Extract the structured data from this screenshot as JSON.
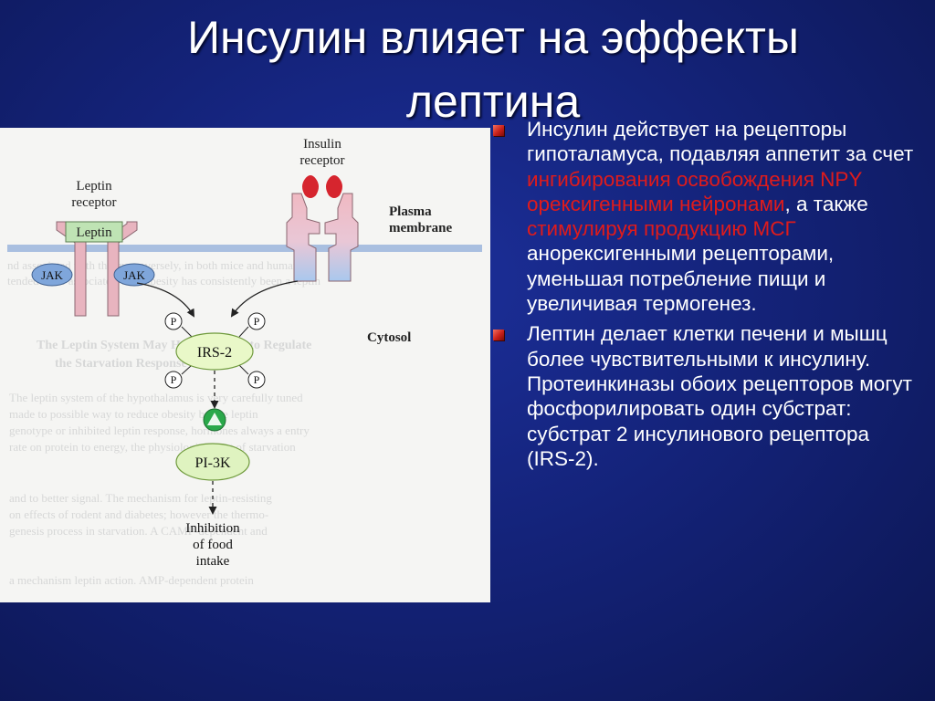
{
  "slide": {
    "title_line1": "Инсулин влияет на эффекты",
    "title_line2": "лептина"
  },
  "figure": {
    "background_text": [
      "nd associated with the in conversely, in both mice and humans it",
      "tended to be associated with obesity has consistently been a leptin",
      "The Leptin System May Have Evolved to Regulate",
      "the Starvation Response",
      "The leptin system of the hypothalamus is very carefully tuned",
      "made to possible way to reduce obesity by the leptin",
      "genotype or inhibited leptin response, hormones always a entry",
      "rate on protein to energy, the physiological sort of starvation",
      "and to better signal. The mechanism for leptin-resisting",
      "on effects of rodent and diabetes; however the thermo-",
      "genesis process in starvation. A CAMP-dependent and",
      "a mechanism leptin action. AMP-dependent protein"
    ],
    "leptin_receptor_label_1": "Leptin",
    "leptin_receptor_label_2": "receptor",
    "leptin_box": "Leptin",
    "insulin_receptor_label_1": "Insulin",
    "insulin_receptor_label_2": "receptor",
    "plasma_membrane_1": "Plasma",
    "plasma_membrane_2": "membrane",
    "jak_left": "JAK",
    "jak_right": "JAK",
    "phospho": "P",
    "irs2": "IRS-2",
    "cytosol": "Cytosol",
    "pi3k": "PI-3K",
    "inhibition_1": "Inhibition",
    "inhibition_2": "of food",
    "inhibition_3": "intake",
    "colors": {
      "membrane": "#a9bfe0",
      "receptor_pink": "#e8b4bf",
      "jak_fill": "#7fa6db",
      "leptin_box": "#bfe3b4",
      "irs2_fill": "#e9f8c8",
      "pi3k_fill": "#dff3c0",
      "activator": "#2aa84a",
      "insulin_binding": "#d6252e"
    }
  },
  "bullets": [
    {
      "t1": "Инсулин действует на рецепторы гипоталамуса, подавляя аппетит за счет ",
      "h1": "ингибирования освобождения NPY орексигенными нейронами",
      "t2": ", а также ",
      "h2": "стимулируя продукцию МСГ",
      "t3": " анорексигенными рецепторами, уменьшая потребление пищи и увеличивая термогенез."
    },
    {
      "t1": "Лептин делает клетки печени и мышц более чувствительными к инсулину. Протеинкиназы обоих рецепторов могут фосфорилировать один субстрат: субстрат 2 инсулинового рецептора (IRS-2)."
    }
  ]
}
